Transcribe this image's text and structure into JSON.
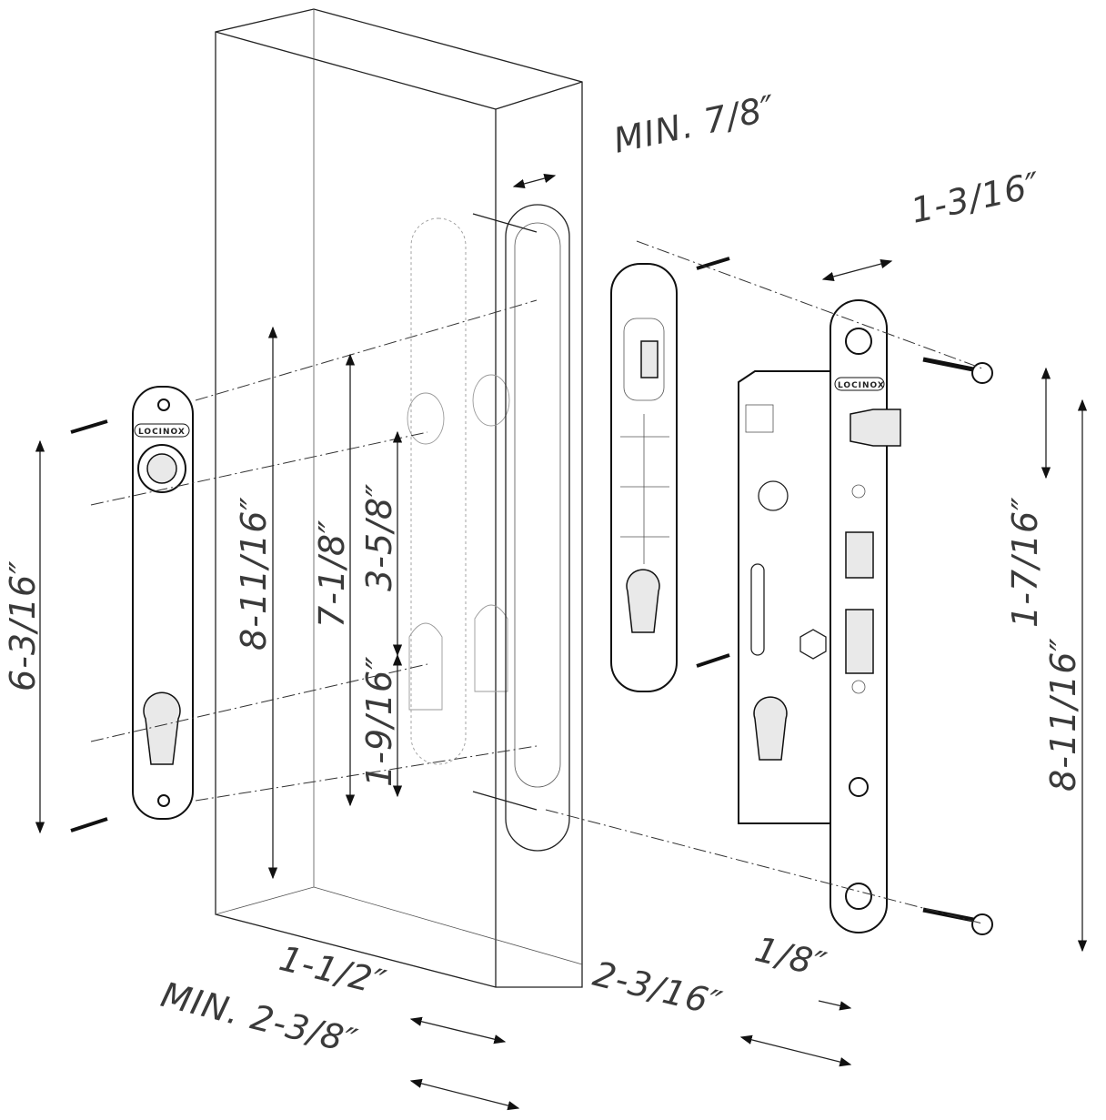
{
  "brand": "LOCINOX",
  "dimensions": {
    "min_7_8": "MIN. 7/8″",
    "d_1_3_16": "1-3/16″",
    "d_6_3_16": "6-3/16″",
    "d_8_11_16_left": "8-11/16″",
    "d_7_1_8": "7-1/8″",
    "d_3_5_8": "3-5/8″",
    "d_1_9_16": "1-9/16″",
    "d_1_7_16": "1-7/16″",
    "d_8_11_16_right": "8-11/16″",
    "d_1_1_2": "1-1/2″",
    "min_2_3_8": "MIN. 2-3/8″",
    "d_2_3_16": "2-3/16″",
    "d_1_8": "1/8″"
  }
}
